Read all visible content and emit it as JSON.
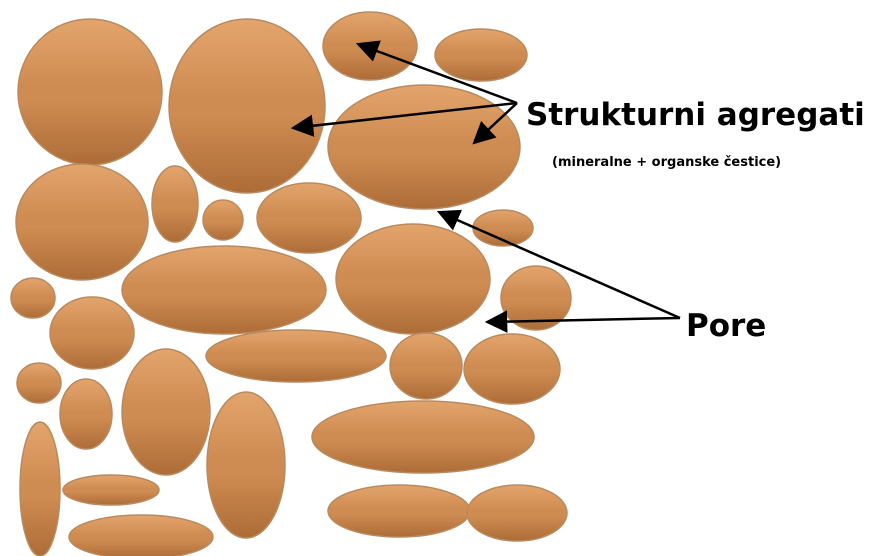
{
  "labels": {
    "aggregates": "Strukturni agregati",
    "aggregates_note": "(mineralne + organske čestice)",
    "pores": "Pore"
  },
  "colors": {
    "aggregate_light": "#e3a56d",
    "aggregate_mid": "#cf8c52",
    "aggregate_dark": "#ad6c37",
    "outline": "#b98a5e",
    "arrow": "#000000",
    "background": "#ffffff"
  }
}
